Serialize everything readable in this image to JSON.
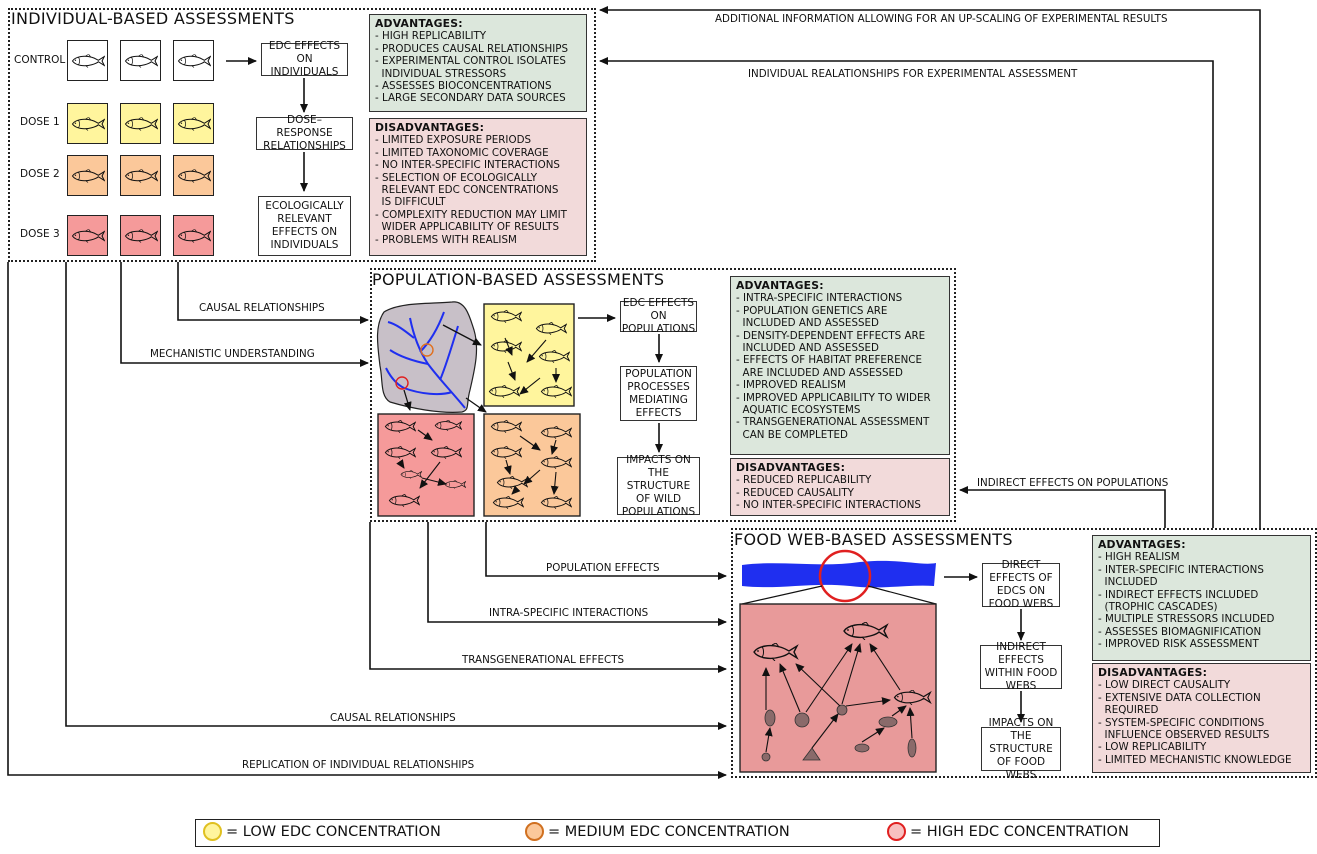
{
  "individual": {
    "title": "INDIVIDUAL-BASED ASSESSMENTS",
    "rows": [
      {
        "label": "CONTROL",
        "color": "#ffffff"
      },
      {
        "label": "DOSE 1",
        "color": "#fff59d"
      },
      {
        "label": "DOSE 2",
        "color": "#fbc89a"
      },
      {
        "label": "DOSE 3",
        "color": "#f59a9a"
      }
    ],
    "flow": [
      "EDC EFFECTS ON INDIVIDUALS",
      "DOSE–RESPONSE RELATIONSHIPS",
      "ECOLOGICALLY RELEVANT EFFECTS ON INDIVIDUALS"
    ],
    "advantages_title": "ADVANTAGES:",
    "advantages": [
      "- HIGH REPLICABILITY",
      "- PRODUCES CAUSAL RELATIONSHIPS",
      "- EXPERIMENTAL CONTROL ISOLATES\n  INDIVIDUAL STRESSORS",
      "- ASSESSES BIOCONCENTRATIONS",
      "- LARGE SECONDARY DATA SOURCES"
    ],
    "disadvantages_title": "DISADVANTAGES:",
    "disadvantages": [
      "- LIMITED EXPOSURE PERIODS",
      "- LIMITED TAXONOMIC COVERAGE",
      "- NO INTER-SPECIFIC INTERACTIONS",
      "- SELECTION OF ECOLOGICALLY\n  RELEVANT EDC CONCENTRATIONS\n  IS DIFFICULT",
      "- COMPLEXITY REDUCTION MAY LIMIT\n  WIDER APPLICABILITY OF RESULTS",
      "- PROBLEMS WITH REALISM"
    ]
  },
  "population": {
    "title": "POPULATION-BASED ASSESSMENTS",
    "flow": [
      "EDC EFFECTS ON POPULATIONS",
      "POPULATION PROCESSES MEDIATING EFFECTS",
      "IMPACTS ON THE STRUCTURE OF WILD POPULATIONS"
    ],
    "advantages_title": "ADVANTAGES:",
    "advantages": [
      "- INTRA-SPECIFIC INTERACTIONS",
      "- POPULATION GENETICS ARE\n  INCLUDED AND ASSESSED",
      "- DENSITY-DEPENDENT EFFECTS ARE\n  INCLUDED AND ASSESSED",
      "- EFFECTS OF HABITAT PREFERENCE\n  ARE INCLUDED AND ASSESSED",
      "- IMPROVED REALISM",
      "- IMPROVED APPLICABILITY TO WIDER\n  AQUATIC ECOSYSTEMS",
      "- TRANSGENERATIONAL ASSESSMENT\n  CAN BE COMPLETED"
    ],
    "disadvantages_title": "DISADVANTAGES:",
    "disadvantages": [
      "- REDUCED REPLICABILITY",
      "- REDUCED CAUSALITY",
      "- NO INTER-SPECIFIC INTERACTIONS"
    ]
  },
  "foodweb": {
    "title": "FOOD WEB-BASED ASSESSMENTS",
    "flow": [
      "DIRECT EFFECTS OF EDCS ON FOOD WEBS",
      "INDIRECT EFFECTS WITHIN FOOD WEBS",
      "IMPACTS ON THE STRUCTURE OF FOOD WEBS"
    ],
    "advantages_title": "ADVANTAGES:",
    "advantages": [
      "- HIGH REALISM",
      "- INTER-SPECIFIC INTERACTIONS\n  INCLUDED",
      "- INDIRECT EFFECTS INCLUDED\n  (TROPHIC CASCADES)",
      "- MULTIPLE STRESSORS INCLUDED",
      "- ASSESSES BIOMAGNIFICATION",
      "- IMPROVED RISK ASSESSMENT"
    ],
    "disadvantages_title": "DISADVANTAGES:",
    "disadvantages": [
      "- LOW DIRECT CAUSALITY",
      "- EXTENSIVE DATA COLLECTION\n  REQUIRED",
      "- SYSTEM-SPECIFIC CONDITIONS\n  INFLUENCE OBSERVED RESULTS",
      "- LOW REPLICABILITY",
      "- LIMITED MECHANISTIC KNOWLEDGE"
    ]
  },
  "links": {
    "upscaling": "ADDITIONAL INFORMATION ALLOWING FOR AN UP-SCALING OF EXPERIMENTAL RESULTS",
    "individual_rel": "INDIVIDUAL REALATIONSHIPS FOR EXPERIMENTAL ASSESSMENT",
    "causal1": "CAUSAL RELATIONSHIPS",
    "mechanistic": "MECHANISTIC UNDERSTANDING",
    "indirect_pop": "INDIRECT EFFECTS ON POPULATIONS",
    "pop_effects": "POPULATION EFFECTS",
    "intra": "INTRA-SPECIFIC INTERACTIONS",
    "transgen": "TRANSGENERATIONAL EFFECTS",
    "causal2": "CAUSAL RELATIONSHIPS",
    "replication": "REPLICATION OF INDIVIDUAL RELATIONSHIPS"
  },
  "legend": [
    {
      "label": "= LOW EDC CONCENTRATION",
      "fill": "#fff59d",
      "stroke": "#e0c020"
    },
    {
      "label": "= MEDIUM EDC CONCENTRATION",
      "fill": "#fbc89a",
      "stroke": "#d07020"
    },
    {
      "label": "= HIGH EDC CONCENTRATION",
      "fill": "#f8c0c0",
      "stroke": "#e02020"
    }
  ],
  "colors": {
    "advantages_bg": "#dce7dc",
    "disadvantages_bg": "#f2dada",
    "river": "#1f2ff0",
    "catchment": "#c8c0c8"
  }
}
